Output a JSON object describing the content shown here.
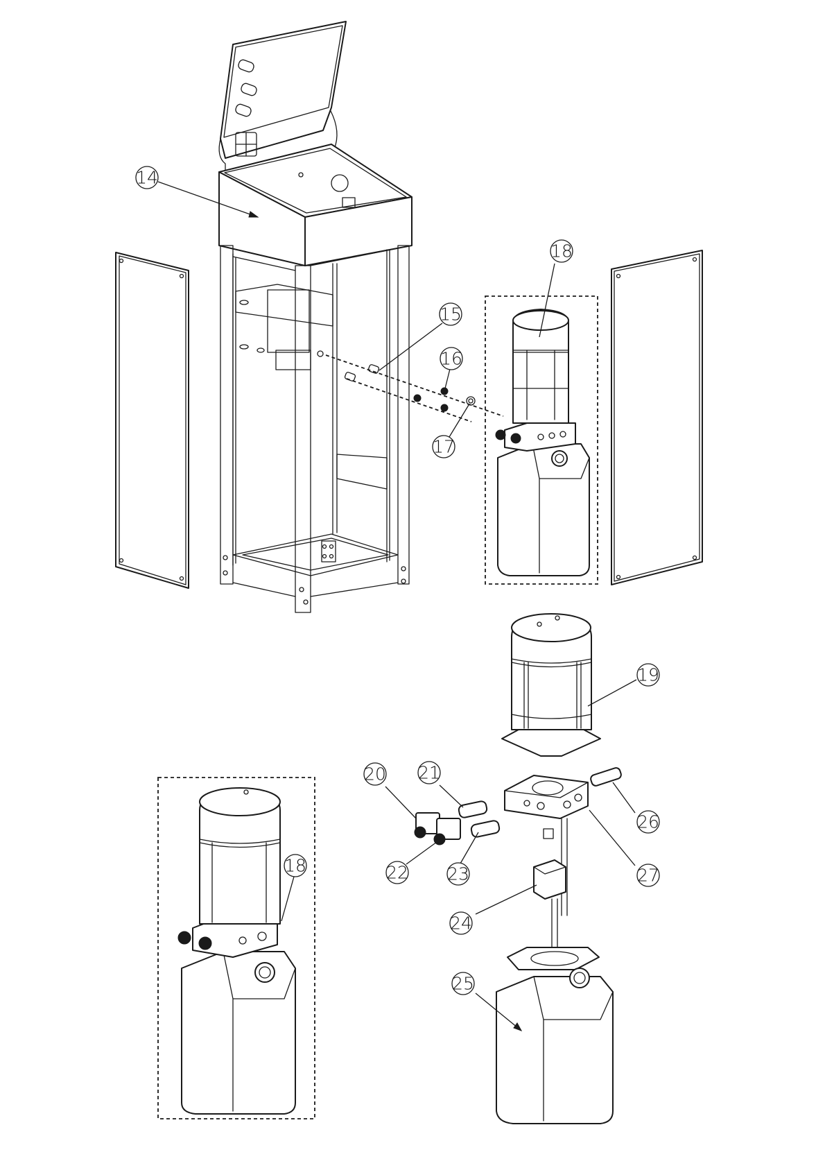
{
  "callouts": [
    {
      "id": "c14",
      "text": "14"
    },
    {
      "id": "c15",
      "text": "15"
    },
    {
      "id": "c16",
      "text": "16"
    },
    {
      "id": "c17",
      "text": "17"
    },
    {
      "id": "c18a",
      "text": "18"
    },
    {
      "id": "c19",
      "text": "19"
    },
    {
      "id": "c20",
      "text": "20"
    },
    {
      "id": "c21",
      "text": "21"
    },
    {
      "id": "c22",
      "text": "22"
    },
    {
      "id": "c23",
      "text": "23"
    },
    {
      "id": "c24",
      "text": "24"
    },
    {
      "id": "c25",
      "text": "25"
    },
    {
      "id": "c26",
      "text": "26"
    },
    {
      "id": "c27",
      "text": "27"
    },
    {
      "id": "c18b",
      "text": "18"
    }
  ]
}
